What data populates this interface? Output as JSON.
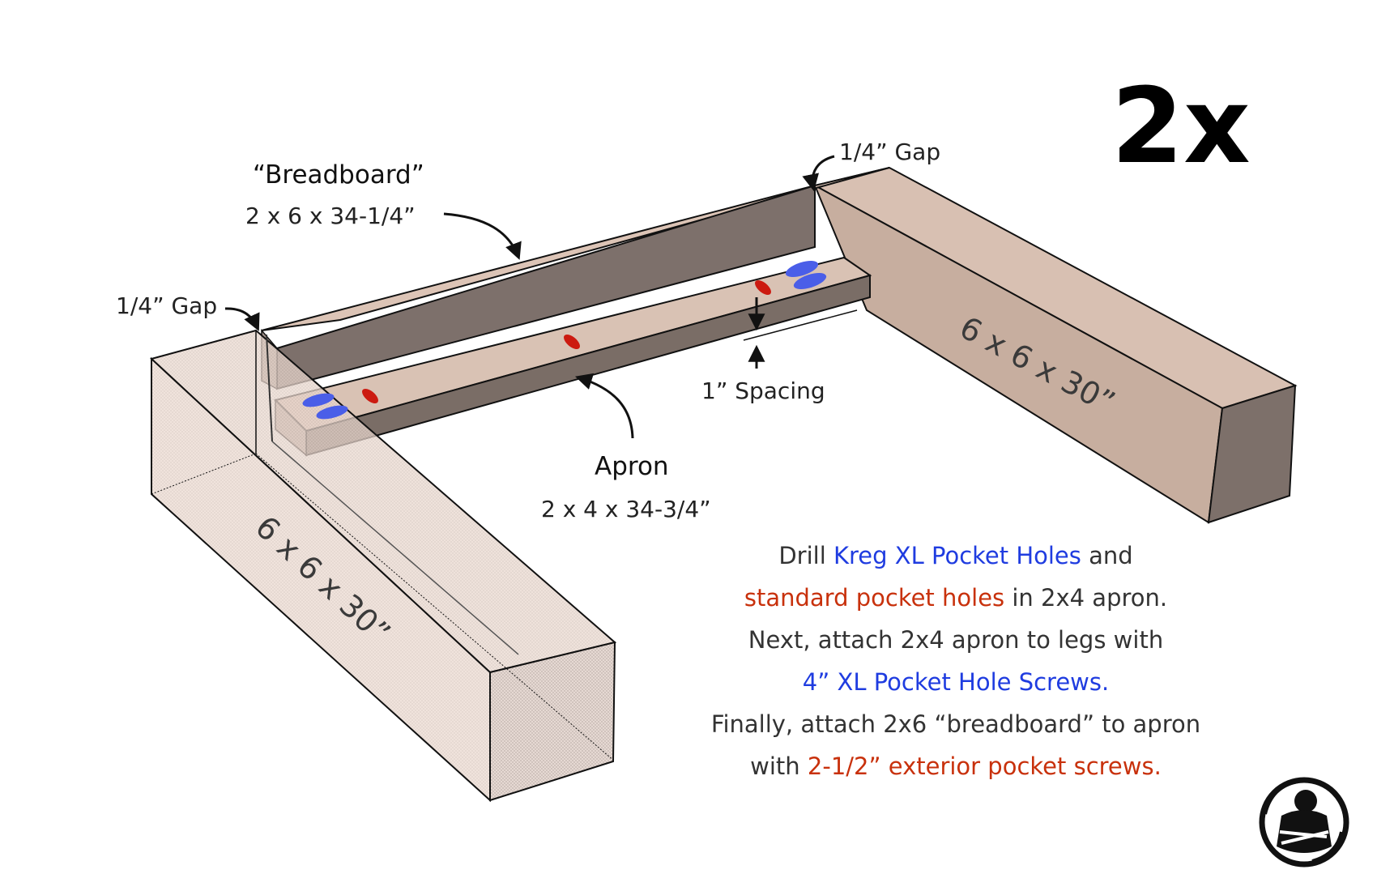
{
  "multiplier": "2x",
  "labels": {
    "breadboard_name": "“Breadboard”",
    "breadboard_size": "2 x 6 x 34-1/4”",
    "gap_top": "1/4” Gap",
    "gap_left": "1/4” Gap",
    "spacing": "1” Spacing",
    "apron_name": "Apron",
    "apron_size": "2 x 4 x 34-3/4”",
    "leg_right": "6 x 6 x 30”",
    "leg_left": "6 x 6 x 30”"
  },
  "instructions": {
    "l1_a": "Drill ",
    "l1_b": "Kreg XL Pocket Holes",
    "l1_c": " and",
    "l2_a": "standard pocket holes",
    "l2_b": " in 2x4 apron.",
    "l3": "Next, attach 2x4 apron to legs with",
    "l4": "4” XL Pocket Hole Screws.",
    "l5": "Finally, attach 2x6 “breadboard” to apron",
    "l6_a": "with ",
    "l6_b": "2-1/2” exterior pocket screws."
  },
  "colors": {
    "blue_text": "#1f3ce0",
    "red_text": "#c8310c",
    "wood_light": "#d8bfb0",
    "wood_dark": "#7a6d66",
    "xl_hole": "#4a5ee8",
    "std_hole": "#cc1a10"
  },
  "icons": [
    "woodworker-logo-icon"
  ]
}
